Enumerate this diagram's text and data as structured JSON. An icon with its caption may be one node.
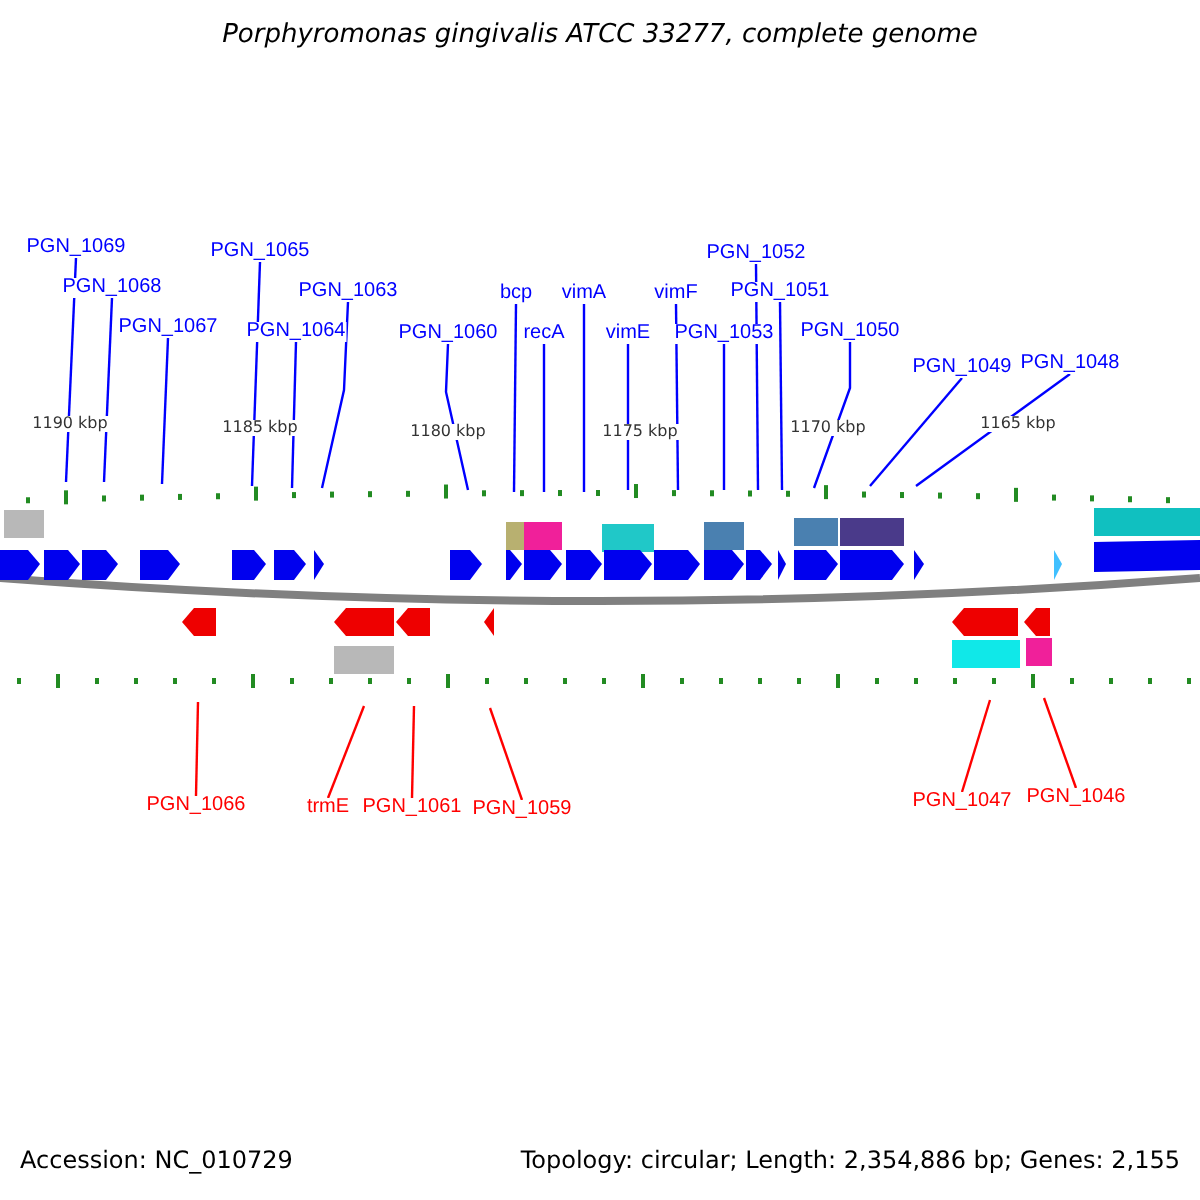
{
  "diagram": {
    "title": "Porphyromonas gingivalis ATCC 33277, complete genome",
    "nodes": [
      {
        "text": [
          "PGN_1069"
        ]
      },
      {
        "text": [
          "PGN_1068"
        ]
      },
      {
        "text": [
          "PGN_1067"
        ]
      },
      {
        "text": [
          "PGN_1065"
        ]
      },
      {
        "text": [
          "PGN_1064"
        ]
      },
      {
        "text": [
          "PGN_1063"
        ]
      },
      {
        "text": [
          "PGN_1060"
        ]
      },
      {
        "text": [
          "bcp"
        ]
      },
      {
        "text": [
          "recA"
        ]
      },
      {
        "text": [
          "vimA"
        ]
      },
      {
        "text": [
          "vimE"
        ]
      },
      {
        "text": [
          "vimF"
        ]
      },
      {
        "text": [
          "PGN_1053"
        ]
      },
      {
        "text": [
          "PGN_1052"
        ]
      },
      {
        "text": [
          "PGN_1051"
        ]
      },
      {
        "text": [
          "PGN_1050"
        ]
      },
      {
        "text": [
          "PGN_1049"
        ]
      },
      {
        "text": [
          "PGN_1048"
        ]
      },
      {
        "text": [
          "PGN_1066"
        ]
      },
      {
        "text": [
          "trmE"
        ]
      },
      {
        "text": [
          "PGN_1061"
        ]
      },
      {
        "text": [
          "PGN_1059"
        ]
      },
      {
        "text": [
          "PGN_1047"
        ]
      },
      {
        "text": [
          "PGN_1046"
        ]
      }
    ],
    "edges": [
      {
        "from": 0,
        "to": null,
        "arrow": "none"
      },
      {
        "from": 1,
        "to": null,
        "arrow": "none"
      },
      {
        "from": 2,
        "to": null,
        "arrow": "none"
      },
      {
        "from": 3,
        "to": null,
        "arrow": "none"
      },
      {
        "from": 4,
        "to": null,
        "arrow": "none"
      },
      {
        "from": 5,
        "to": null,
        "arrow": "none"
      },
      {
        "from": 6,
        "to": null,
        "arrow": "none"
      },
      {
        "from": 7,
        "to": null,
        "arrow": "none"
      },
      {
        "from": 8,
        "to": null,
        "arrow": "none"
      },
      {
        "from": 9,
        "to": null,
        "arrow": "none"
      },
      {
        "from": 10,
        "to": null,
        "arrow": "none"
      },
      {
        "from": 11,
        "to": null,
        "arrow": "none"
      },
      {
        "from": 12,
        "to": null,
        "arrow": "none"
      },
      {
        "from": 13,
        "to": null,
        "arrow": "none"
      },
      {
        "from": 14,
        "to": null,
        "arrow": "none"
      },
      {
        "from": 15,
        "to": null,
        "arrow": "none"
      },
      {
        "from": 16,
        "to": null,
        "arrow": "none"
      },
      {
        "from": 17,
        "to": null,
        "arrow": "none"
      },
      {
        "from": 18,
        "to": null,
        "arrow": "none",
        "color": "#ff0000"
      },
      {
        "from": 19,
        "to": null,
        "arrow": "none",
        "color": "#ff0000"
      },
      {
        "from": 20,
        "to": null,
        "arrow": "none",
        "color": "#ff0000"
      },
      {
        "from": 21,
        "to": null,
        "arrow": "none",
        "color": "#ff0000"
      },
      {
        "from": 22,
        "to": null,
        "arrow": "none",
        "color": "#ff0000"
      },
      {
        "from": 23,
        "to": null,
        "arrow": "none",
        "color": "#ff0000"
      }
    ],
    "labels": [
      "1190 kbp",
      "1185 kbp",
      "1180 kbp",
      "1175 kbp",
      "1170 kbp",
      "1165 kbp",
      "Accession: NC_010729",
      "Topology: circular; Length: 2,354,886 bp; Genes: 2,155"
    ]
  }
}
